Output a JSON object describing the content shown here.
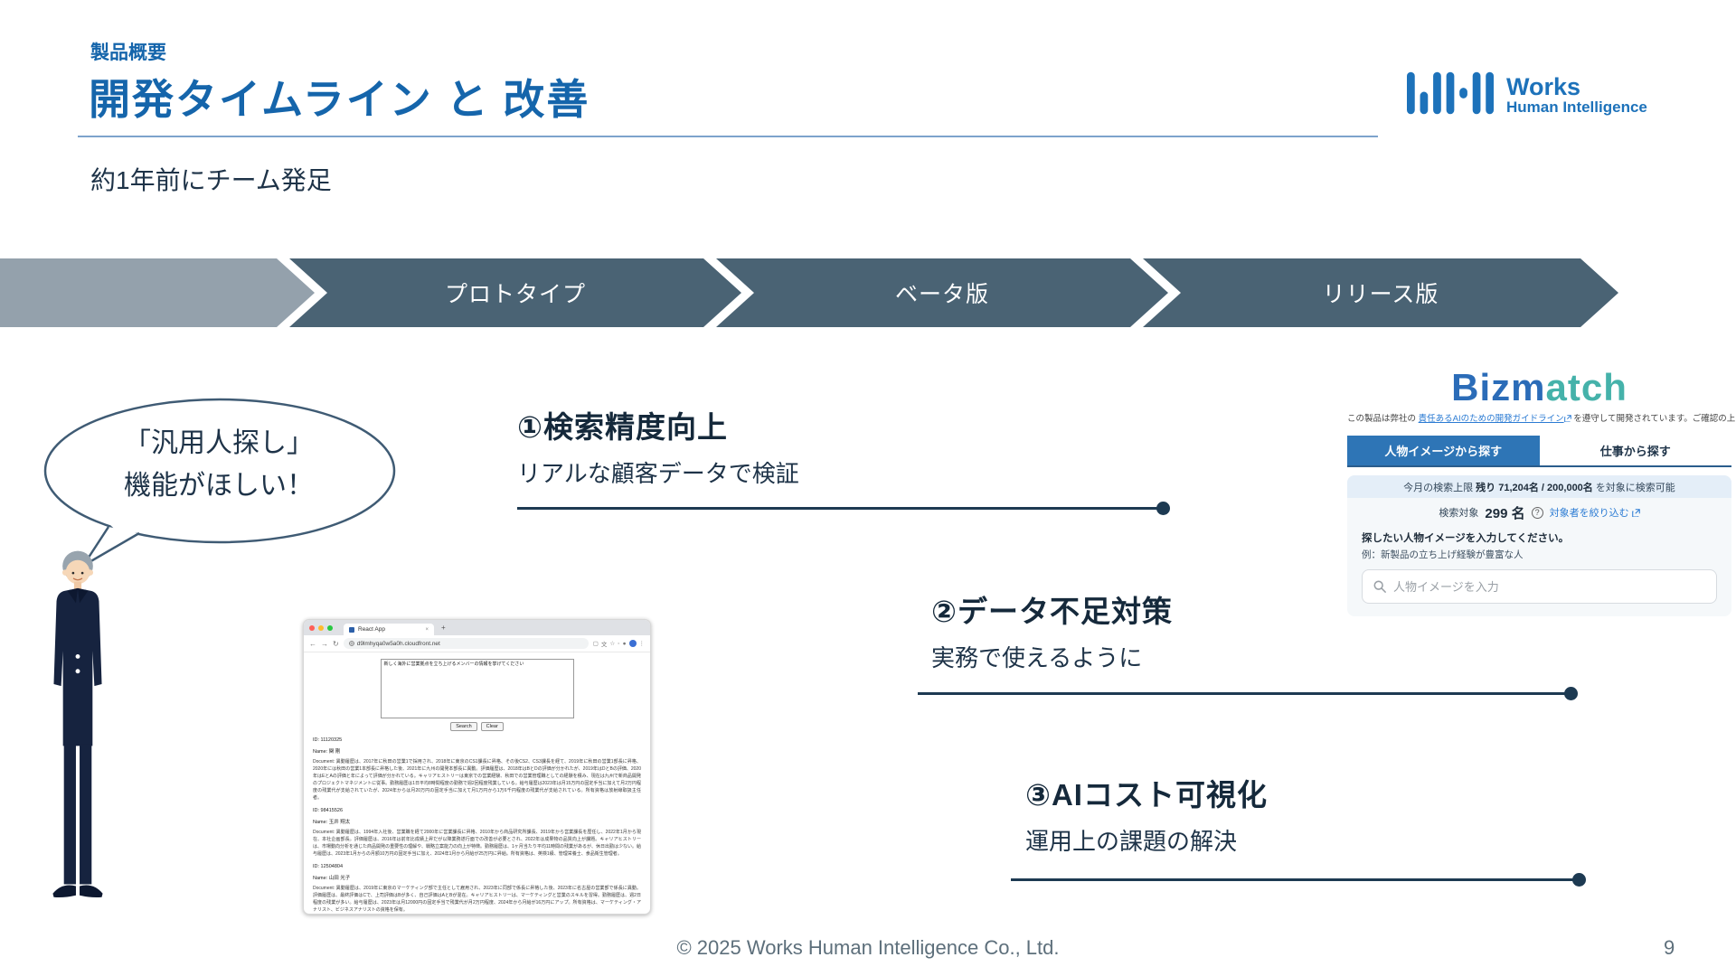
{
  "slide": {
    "eyebrow": "製品概要",
    "title": "開発タイムライン と 改善",
    "subtitle": "約1年前にチーム発足",
    "footer": "© 2025 Works Human Intelligence Co., Ltd.",
    "page_number": "9"
  },
  "logo": {
    "line1": "Works",
    "line2": "Human Intelligence"
  },
  "timeline": {
    "stages": [
      {
        "label": ""
      },
      {
        "label": "プロトタイプ"
      },
      {
        "label": "ベータ版"
      },
      {
        "label": "リリース版"
      }
    ]
  },
  "speech_bubble": {
    "line1": "「汎用人探し」",
    "line2": "機能がほしい！"
  },
  "improvements": [
    {
      "title": "①検索精度向上",
      "desc": "リアルな顧客データで検証"
    },
    {
      "title": "②データ不足対策",
      "desc": "実務で使えるように"
    },
    {
      "title": "③AIコスト可視化",
      "desc": "運用上の課題の解決"
    }
  ],
  "browser": {
    "tab_title": "React App",
    "tab_close": "×",
    "tab_new": "+",
    "nav_back": "←",
    "nav_forward": "→",
    "nav_reload": "↻",
    "menu_dots": "⋮",
    "url": "d9lmhyqa0w5a0h.cloudfront.net",
    "query": "新しく海外に営業拠点を立ち上げるメンバーの情報を挙げてください",
    "search_button": "Search",
    "clear_button": "Clear",
    "results": [
      {
        "id": "ID: 11120325",
        "name": "Name: 関 剛",
        "document": "Document: 異動履歴は、2017年に秋田の営業1で採用され、2018年に東京のCS1課長に昇格、その後CS2、CS3課長を経て、2019年に秋田の営業1部長に昇格、2020年には秋田の営業1本部長に昇格した後、2021年に九州の開発本部長に異動。評価履歴は、2018年はBとDの評価が分かれたが、2019年はDとBの評価、2020年はEとAの評価と年によって評価が分かれている。キャリアヒストリーは東京での営業経験、秋田での営業管理職としての経験を積み、現在は九州で新商品開発のプロジェクトマネジメントに従事。勤務履歴は1日平均8時間程度の勤務で週2回程度残業している。給与履歴は2023年は月15万円の固定手当に加えて月2万円程度の残業代が支給されていたが、2024年からは月20万円の固定手当に加えて月1万円から1万6千円程度の残業代が支給されている。所有資格は放射線取扱主任者。"
      },
      {
        "id": "ID: 98415526",
        "name": "Name: 玉井 翔太",
        "document": "Document: 異動履歴は、1994年入社後、営業職を経て2000年に営業課長に昇格、2010年から商品研究所課長、2019年から営業課長を歴任し、2022年1月から現在、本社企画部長。評価履歴は、2016年は前年比成績上昇だが以降業務遂行面での改善が必要とされ、2022年は成果物の品質向上が課題。キャリアヒストリーは、市場動向分析を通じた商品開発の重要性の理解や、戦略立案能力の向上が特徴。勤務履歴は、1ヶ月当たり平均11時間の残業があるが、休日出勤は少ない。給与履歴は、2023年1月からの月額10万円の固定手当に加え、2024年1月から月給が25万円に昇給。所有資格は、英検1級、管理栄養士、食品衛生管理者。"
      },
      {
        "id": "ID: 12504804",
        "name": "Name: 山田 光子",
        "document": "Document: 異動履歴は、2019年に東京のマーケティング部で主任として雇用され、2023年に同部で係長に昇格した後、2023年に名古屋の営業部で係長に異動。評価履歴は、最終評価はCで、上司評価はBが多く、自己評価はAとBが混在。キャリアヒストリーは、マーケティングと営業のスキルを習得。勤務履歴は、週2日程度の残業が多い。給与履歴は、2023年は月12000円の固定手当で残業代が月2万円程度、2024年から月給が16万円にアップ。所有資格は、マーケティング・アナリスト、ビジネスアナリストの資格を保有。"
      }
    ]
  },
  "bizmatch": {
    "brand_part1": "Bizm",
    "brand_part2": "atch",
    "disclaimer_prefix": "この製品は弊社の ",
    "disclaimer_link": "責任あるAIのための開発ガイドライン",
    "disclaimer_suffix": " を遵守して開発されています。ご確認の上ご利用ください。",
    "tabs": [
      {
        "label": "人物イメージから探す",
        "active": true
      },
      {
        "label": "仕事から探す",
        "active": false
      }
    ],
    "quota_prefix": "今月の検索上限 ",
    "quota_bold": "残り 71,204名 / 200,000名",
    "quota_suffix": " を対象に検索可能",
    "target_label": "検索対象",
    "target_count": "299 名",
    "help_glyph": "?",
    "filter_link": "対象者を絞り込む",
    "prompt_title": "探したい人物イメージを入力してください。",
    "prompt_example": "例：新製品の立ち上げ経験が豊富な人",
    "search_placeholder": "人物イメージを入力"
  },
  "icons": {
    "works-logo-icon": "blue rounded sound-bars",
    "external-link-icon": "box with arrow",
    "help-icon": "circled question mark",
    "search-icon": "magnifier",
    "traffic-lights": [
      "#ff5f57",
      "#febc2e",
      "#28c840"
    ]
  },
  "colors": {
    "accent_blue": "#1565ab",
    "slate_dark": "#4a6374",
    "slate_light": "#94a1ac",
    "navy": "#1d3a52",
    "bizmatch_blue": "#2e75b6",
    "bizmatch_teal": "#45b2aa",
    "link_blue": "#2b7bd3"
  }
}
